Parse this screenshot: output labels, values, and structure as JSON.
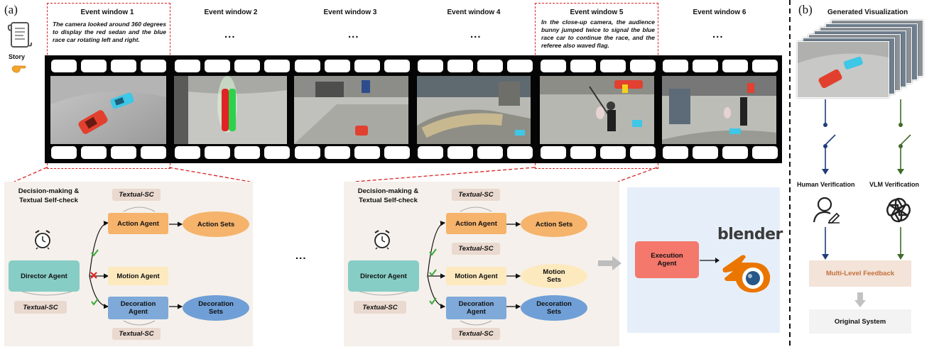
{
  "panel_a_label": "(a)",
  "panel_b_label": "(b)",
  "story_label": "Story",
  "event_windows": [
    {
      "title": "Event window 1",
      "text": "The camera looked around 360 degrees to display the red sedan and the blue race car rotating left and right."
    },
    {
      "title": "Event window 2",
      "text": "..."
    },
    {
      "title": "Event window 3",
      "text": "..."
    },
    {
      "title": "Event window 4",
      "text": "..."
    },
    {
      "title": "Event window 5",
      "text": "In the close-up camera, the audience bunny jumped twice to signal the blue race car to continue the race, and the referee also waved flag."
    },
    {
      "title": "Event window 6",
      "text": "..."
    }
  ],
  "left_panel": {
    "header": "Decision-making & Textual Self-check",
    "director": "Director Agent",
    "action_agent": "Action Agent",
    "motion_agent": "Motion Agent",
    "decoration_agent": "Decoration Agent",
    "action_sets": "Action Sets",
    "decoration_sets": "Decoration Sets",
    "textual_sc": "Textual-SC"
  },
  "middle_dots": "...",
  "right_panel": {
    "header": "Decision-making & Textual Self-check",
    "director": "Director Agent",
    "action_agent": "Action Agent",
    "motion_agent": "Motion Agent",
    "decoration_agent": "Decoration Agent",
    "action_sets": "Action Sets",
    "motion_sets": "Motion Sets",
    "decoration_sets": "Decoration Sets",
    "textual_sc": "Textual-SC"
  },
  "execution": {
    "agent": "Execution Agent",
    "blender_wordmark": "blender"
  },
  "panel_b": {
    "title": "Generated Visualization",
    "human_verification": "Human Verification",
    "vlm_verification": "VLM Verification",
    "feedback": "Multi-Level Feedback",
    "original_system": "Original System"
  },
  "colors": {
    "orange_agent": "#f6b36b",
    "yellow_agent": "#fde9be",
    "blue_agent": "#7ea9d8",
    "teal_agent": "#86cdc5",
    "red_dash": "#d92222",
    "check": "#3aa83a",
    "cross": "#e02020",
    "feedback_bg": "#f3e3d8",
    "feedback_text": "#c2703d",
    "exec_bg": "#e6eff9",
    "exec_agent": "#f4786b",
    "human_arrow": "#1f3d7a",
    "vlm_arrow": "#3f6b2a"
  },
  "icons": [
    "story-scroll-icon",
    "hand-point-icon",
    "alarm-clock-icon",
    "human-edit-icon",
    "openai-logo-icon",
    "blender-logo-icon"
  ]
}
